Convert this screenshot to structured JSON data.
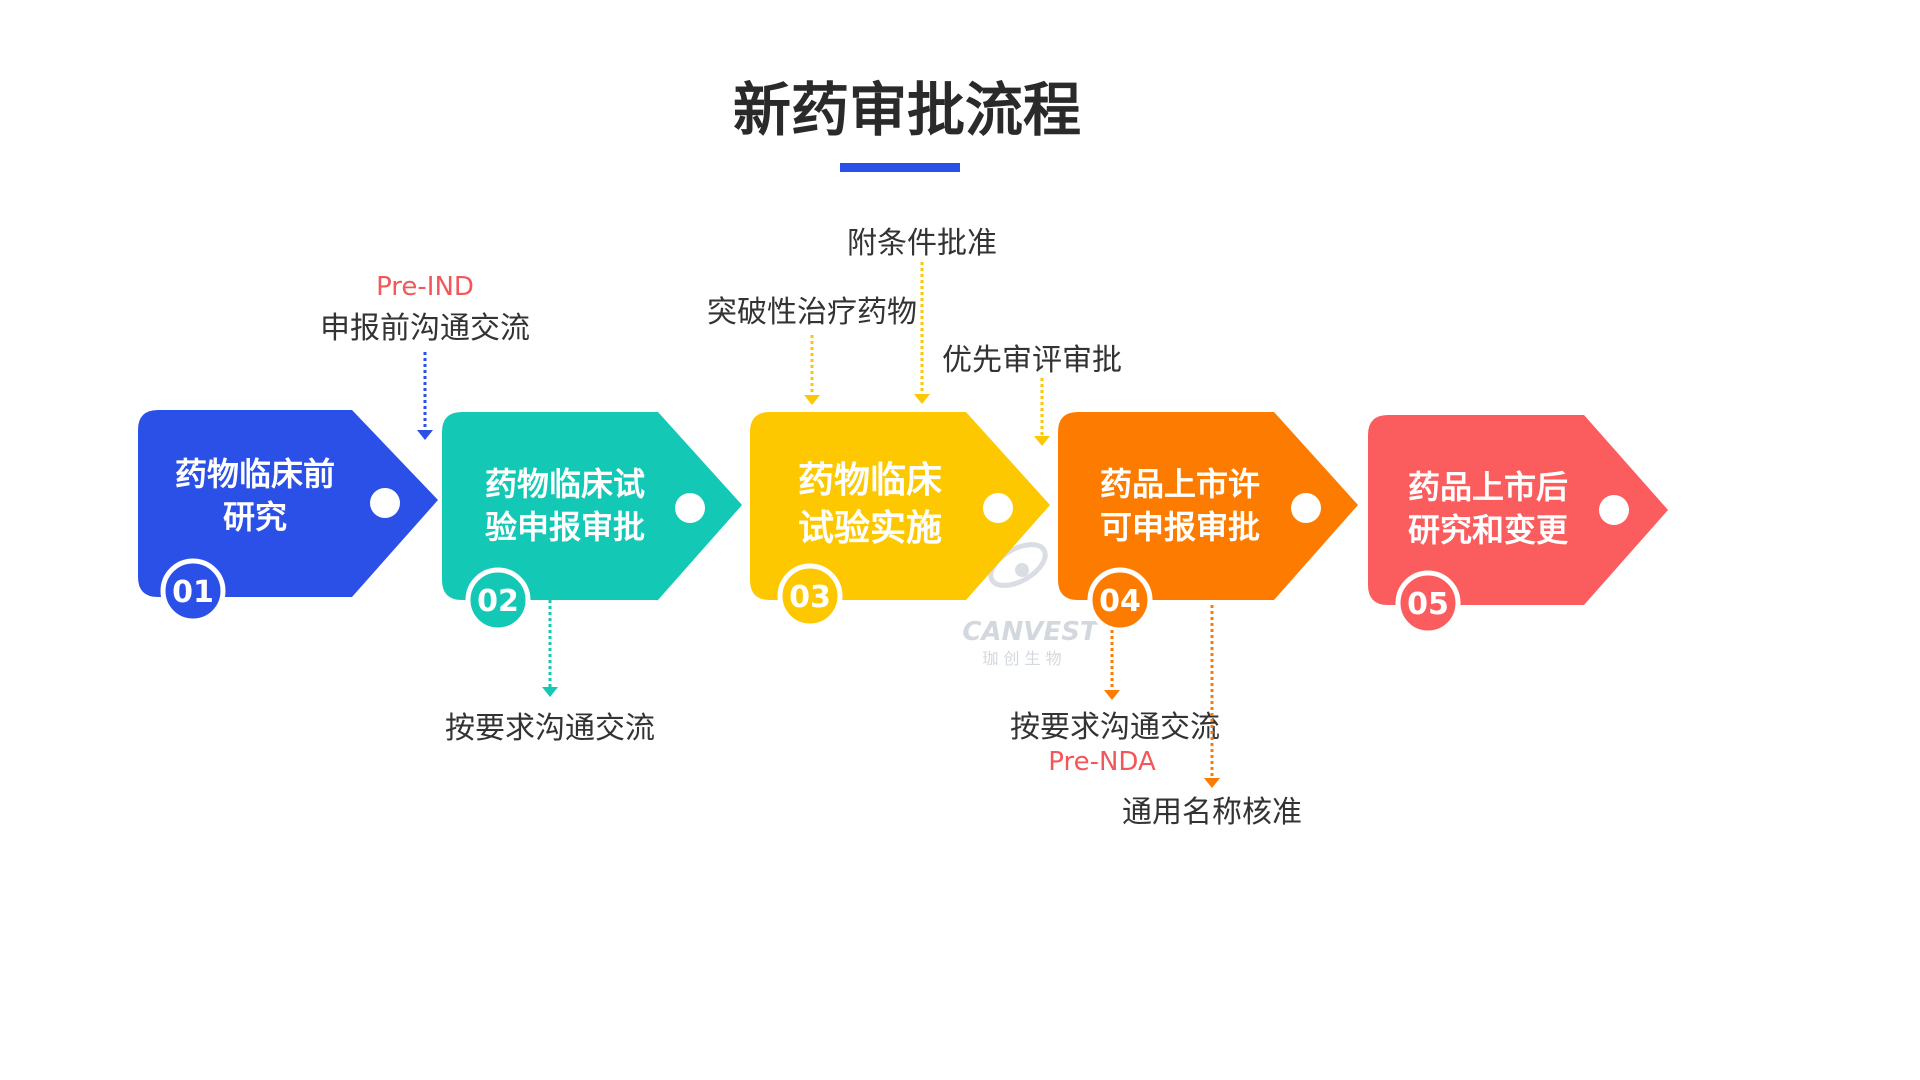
{
  "title": "新药审批流程",
  "colors": {
    "blue": "#2b50e8",
    "teal": "#13c9b6",
    "yellow": "#fdc800",
    "orange": "#fd7c00",
    "red": "#fb5c5d",
    "annotation_red": "#f2575a",
    "text": "#333333"
  },
  "steps": [
    {
      "num": "01",
      "line1": "药物临床前",
      "line2": "研究"
    },
    {
      "num": "02",
      "line1": "药物临床试",
      "line2": "验申报审批"
    },
    {
      "num": "03",
      "line1": "药物临床",
      "line2": "试验实施"
    },
    {
      "num": "04",
      "line1": "药品上市许",
      "line2": "可申报审批"
    },
    {
      "num": "05",
      "line1": "药品上市后",
      "line2": "研究和变更"
    }
  ],
  "annotations": {
    "pre_ind": "Pre-IND",
    "pre_ind_comm": "申报前沟通交流",
    "comm_required_1": "按要求沟通交流",
    "breakthrough": "突破性治疗药物",
    "conditional": "附条件批准",
    "priority": "优先审评审批",
    "comm_required_2": "按要求沟通交流",
    "pre_nda": "Pre-NDA",
    "generic_name": "通用名称核准"
  },
  "watermark": {
    "brand": "CANVEST",
    "subtitle": "珈 创 生 物"
  }
}
